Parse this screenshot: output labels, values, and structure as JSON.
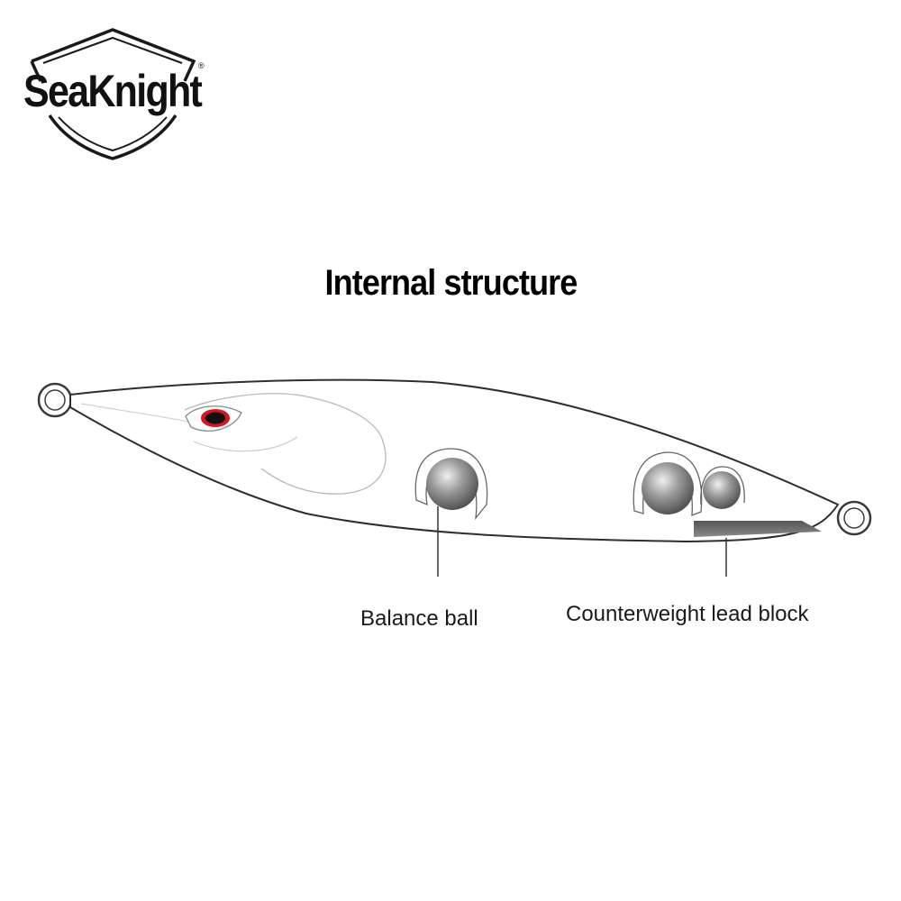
{
  "brand": {
    "name": "SeaKnight",
    "registered_mark": "®"
  },
  "title": "Internal structure",
  "labels": {
    "balance_ball": "Balance ball",
    "counterweight": "Counterweight lead block"
  },
  "colors": {
    "outline": "#3a3a3a",
    "eye_red": "#d8141c",
    "ball_dark": "#5a5a5a",
    "lead_block": "#6b6b6b"
  }
}
